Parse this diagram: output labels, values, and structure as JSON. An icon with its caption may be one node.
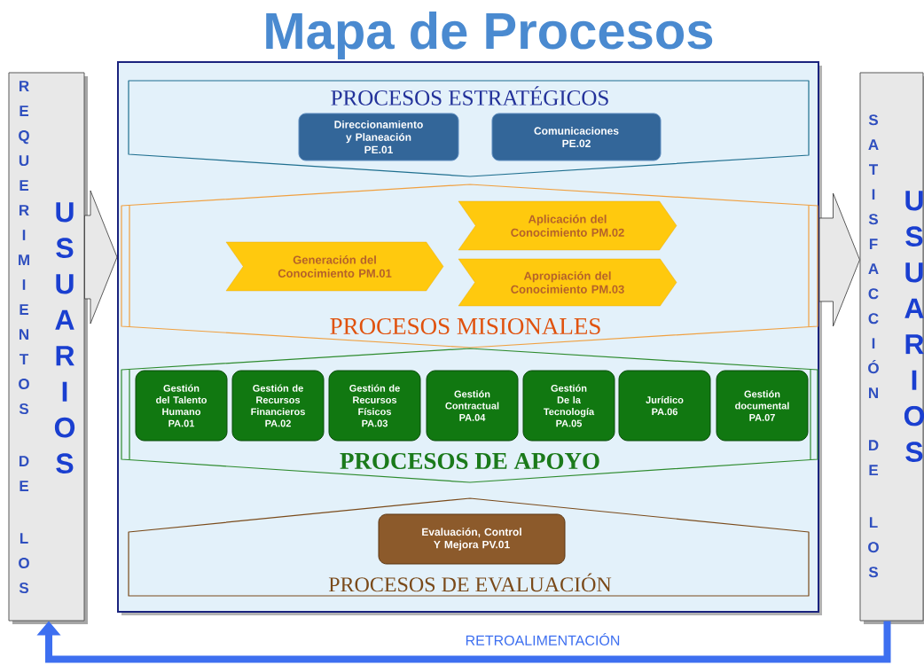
{
  "diagram": {
    "title": "Mapa de Procesos",
    "nodes": [
      {
        "text": [
          "REQUERIMIENTOS DE LOS",
          "USUARIOS"
        ]
      },
      {
        "text": [],
        "shape": "box"
      },
      {
        "text": [
          "PROCESOS ESTRATÉGICOS"
        ],
        "in": 1
      },
      {
        "text": [
          "Direccionamiento y Planeación PE.01"
        ],
        "in": 2
      },
      {
        "text": [
          "Comunicaciones PE.02"
        ],
        "in": 2
      },
      {
        "text": [
          "PROCESOS MISIONALES"
        ],
        "in": 1
      },
      {
        "text": [
          "Generación del Conocimiento PM.01"
        ],
        "in": 5
      },
      {
        "text": [
          "Aplicación del Conocimiento PM.02"
        ],
        "in": 5
      },
      {
        "text": [
          "Apropiación del Conocimiento PM.03"
        ],
        "in": 5
      },
      {
        "text": [
          "PROCESOS DE APOYO"
        ],
        "in": 1
      },
      {
        "text": [
          "Gestión del Talento Humano PA.01"
        ],
        "in": 9
      },
      {
        "text": [
          "Gestión de Recursos Financieros PA.02"
        ],
        "in": 9
      },
      {
        "text": [
          "Gestión de Recursos Físicos PA.03"
        ],
        "in": 9
      },
      {
        "text": [
          "Gestión Contractual PA.04"
        ],
        "in": 9
      },
      {
        "text": [
          "Gestión De la Tecnología PA.05"
        ],
        "in": 9
      },
      {
        "text": [
          "Jurídico PA.06"
        ],
        "in": 9
      },
      {
        "text": [
          "Gestión documental PA.07"
        ],
        "in": 9
      },
      {
        "text": [
          "PROCESOS DE EVALUACIÓN"
        ],
        "in": 1
      },
      {
        "text": [
          "Evaluación, Control Y Mejora PV.01"
        ],
        "in": 17
      },
      {
        "text": [
          "SATISFACCIÓN DE LOS",
          "USUARIOS"
        ]
      }
    ],
    "edges": [
      {
        "from": 0,
        "to": 1,
        "arrow": "to"
      },
      {
        "from": 1,
        "to": 19,
        "arrow": "to"
      },
      {
        "from": 19,
        "to": 0,
        "arrow": "to",
        "label": "RETROALIMENTACIÓN",
        "color": "#3d6ff0"
      }
    ]
  }
}
